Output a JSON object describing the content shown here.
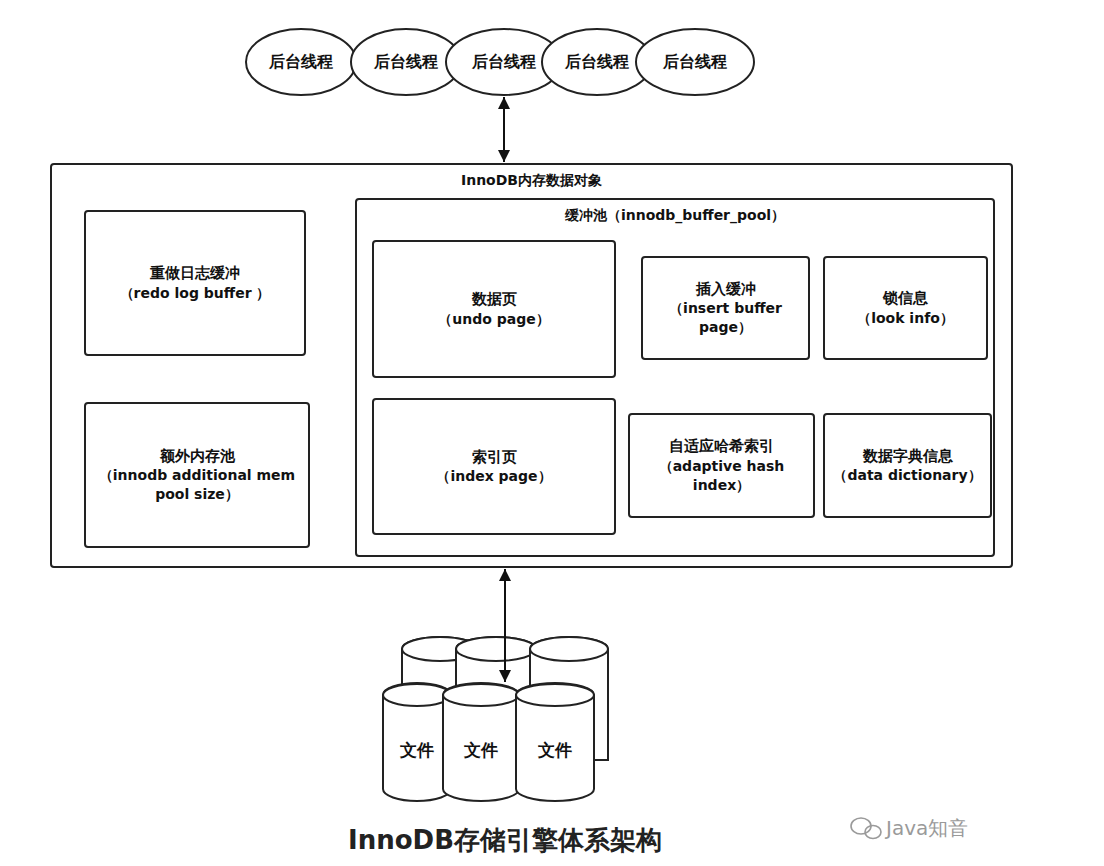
{
  "diagram": {
    "caption": "InnoDB存储引擎体系架构",
    "nodes": [
      {
        "text": [
          "后台线程"
        ]
      },
      {
        "text": [
          "后台线程"
        ]
      },
      {
        "text": [
          "后台线程"
        ]
      },
      {
        "text": [
          "后台线程"
        ]
      },
      {
        "text": [
          "后台线程"
        ]
      },
      {
        "text": [
          "InnoDB内存数据对象"
        ]
      },
      {
        "text": [
          "重做日志缓冲",
          "（redo log buffer ）"
        ],
        "in": 5
      },
      {
        "text": [
          "额外内存池",
          "（innodb additional mem pool size）"
        ],
        "in": 5
      },
      {
        "text": [
          "缓冲池（innodb_buffer_pool）"
        ],
        "in": 5
      },
      {
        "text": [
          "数据页",
          "（undo page）"
        ],
        "in": 8
      },
      {
        "text": [
          "插入缓冲",
          "（insert buffer page）"
        ],
        "in": 8
      },
      {
        "text": [
          "锁信息",
          "（look info）"
        ],
        "in": 8
      },
      {
        "text": [
          "索引页",
          "（index page）"
        ],
        "in": 8
      },
      {
        "text": [
          "自适应哈希索引",
          "（adaptive hash index）"
        ],
        "in": 8
      },
      {
        "text": [
          "数据字典信息",
          "（data dictionary）"
        ],
        "in": 8
      },
      {
        "text": [
          "文件"
        ]
      },
      {
        "text": [
          "文件"
        ]
      },
      {
        "text": [
          "文件"
        ]
      }
    ],
    "edges": [
      {
        "from": 2,
        "to": 5,
        "arrow": "both"
      },
      {
        "from": 5,
        "to": 16,
        "arrow": "both"
      }
    ],
    "labels": [
      "Java知音"
    ]
  }
}
